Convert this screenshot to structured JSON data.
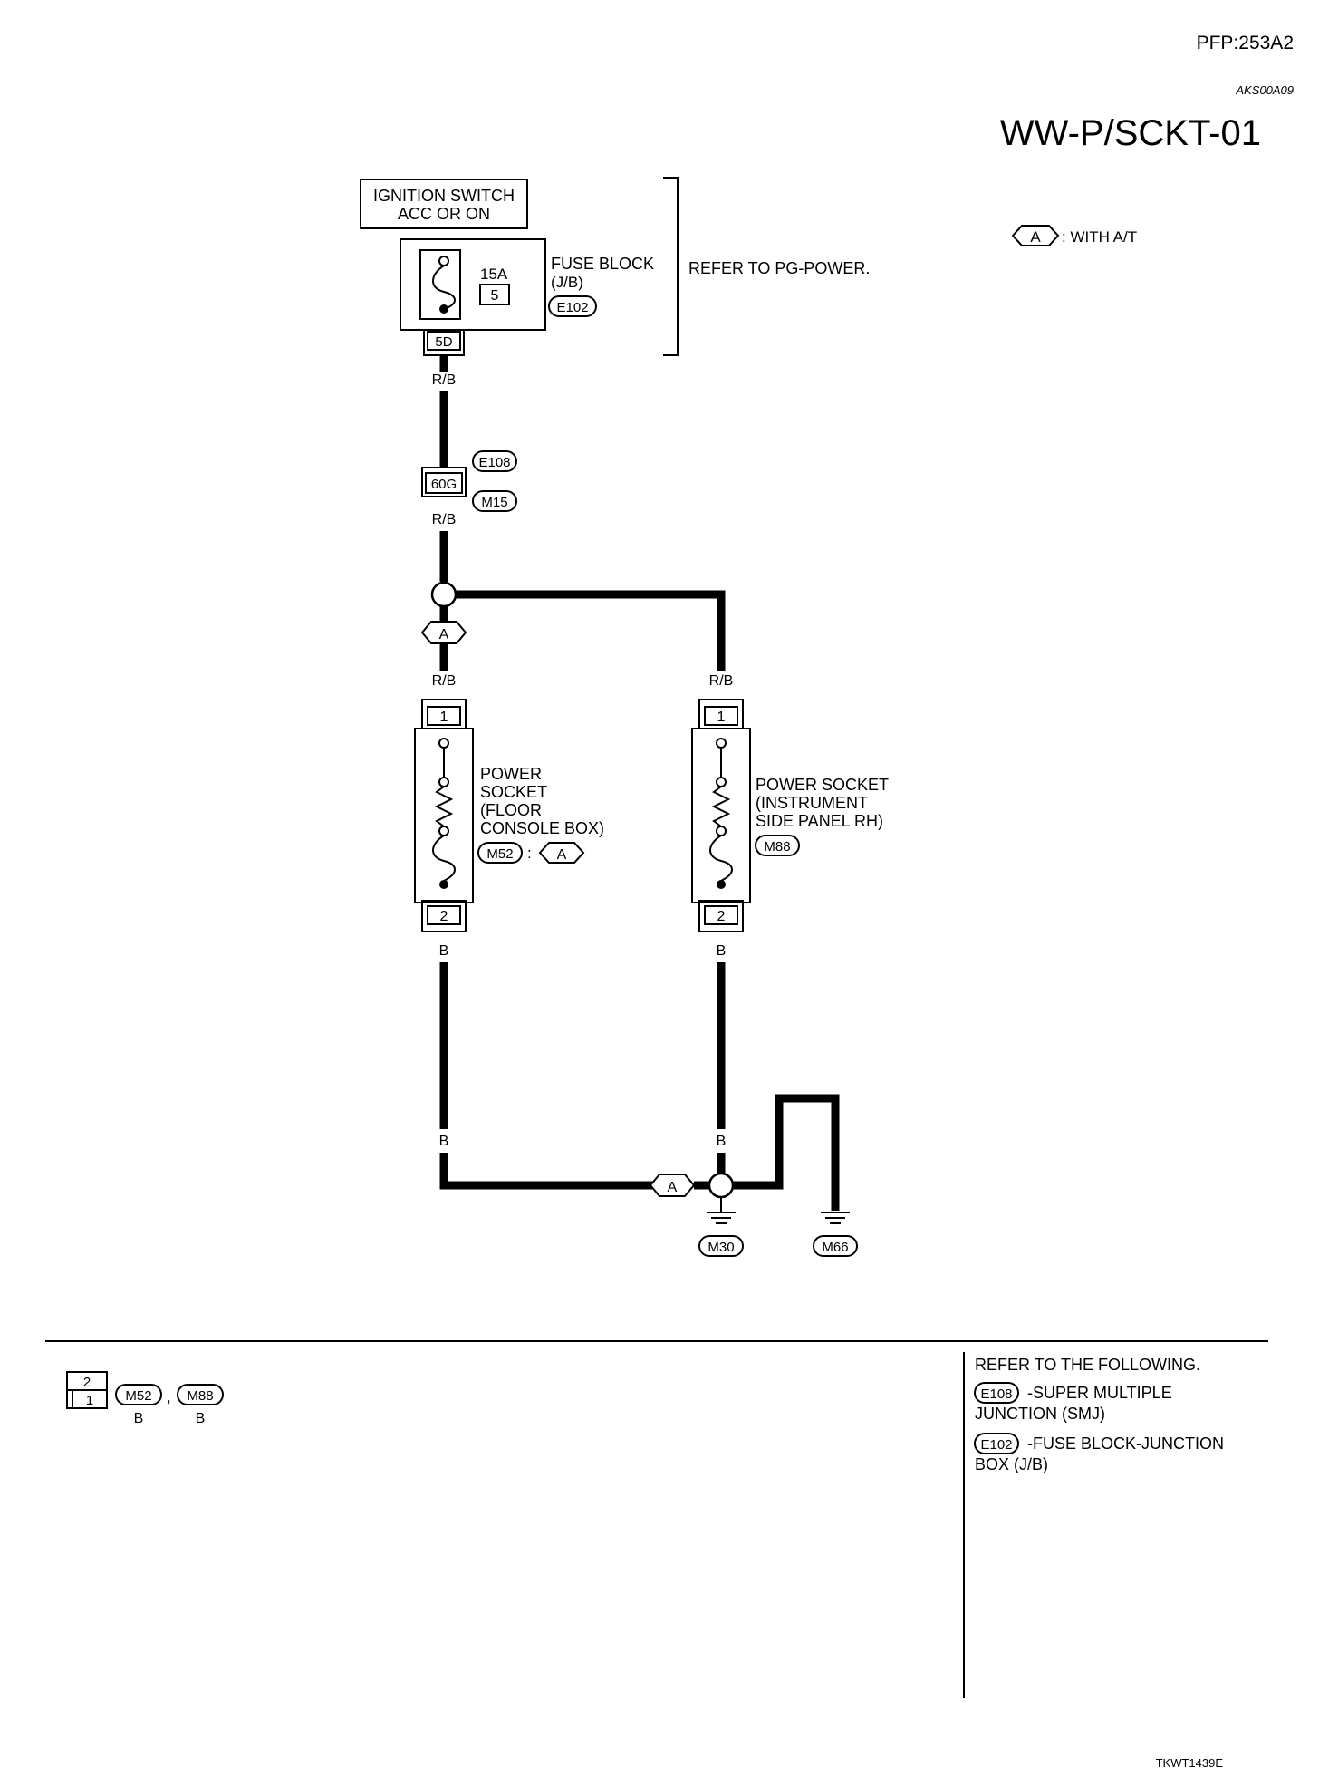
{
  "header": {
    "pfp": "PFP:253A2",
    "code": "AKS00A09",
    "title": "WW-P/SCKT-01"
  },
  "legend": {
    "option_tag": "A",
    "option_text": ": WITH A/T"
  },
  "power": {
    "ignition_line1": "IGNITION SWITCH",
    "ignition_line2": "ACC OR ON",
    "fuse_amp": "15A",
    "fuse_no": "5",
    "fuse_block_line1": "FUSE BLOCK",
    "fuse_block_line2": "(J/B)",
    "fuse_block_conn": "E102",
    "terminal": "5D",
    "refer": "REFER TO PG-POWER."
  },
  "harness": {
    "wire_color_rb": "R/B",
    "joint_conn_top": "E108",
    "joint_terminal": "60G",
    "joint_conn_bottom": "M15",
    "wire_color_b": "B"
  },
  "sockets": {
    "left": {
      "pin_top": "1",
      "pin_bottom": "2",
      "line1": "POWER",
      "line2": "SOCKET",
      "line3": "(FLOOR",
      "line4": " CONSOLE BOX)",
      "conn": "M52",
      "colon": ":",
      "tag": "A"
    },
    "right": {
      "pin_top": "1",
      "pin_bottom": "2",
      "line1": "POWER SOCKET",
      "line2": "(INSTRUMENT",
      "line3": " SIDE PANEL RH)",
      "conn": "M88"
    }
  },
  "grounds": {
    "splice_tag": "A",
    "g1": "M30",
    "g2": "M66"
  },
  "footer": {
    "conn_pin_top": "2",
    "conn_pin_bottom": "1",
    "conn1": "M52",
    "comma": ",",
    "conn2": "M88",
    "conn1_color": "B",
    "conn2_color": "B",
    "refer_heading": "REFER TO THE FOLLOWING.",
    "ref1_conn": "E108",
    "ref1_line1": "-SUPER MULTIPLE",
    "ref1_line2": "JUNCTION (SMJ)",
    "ref2_conn": "E102",
    "ref2_line1": "-FUSE BLOCK-JUNCTION",
    "ref2_line2": "BOX (J/B)",
    "figure_code": "TKWT1439E"
  }
}
